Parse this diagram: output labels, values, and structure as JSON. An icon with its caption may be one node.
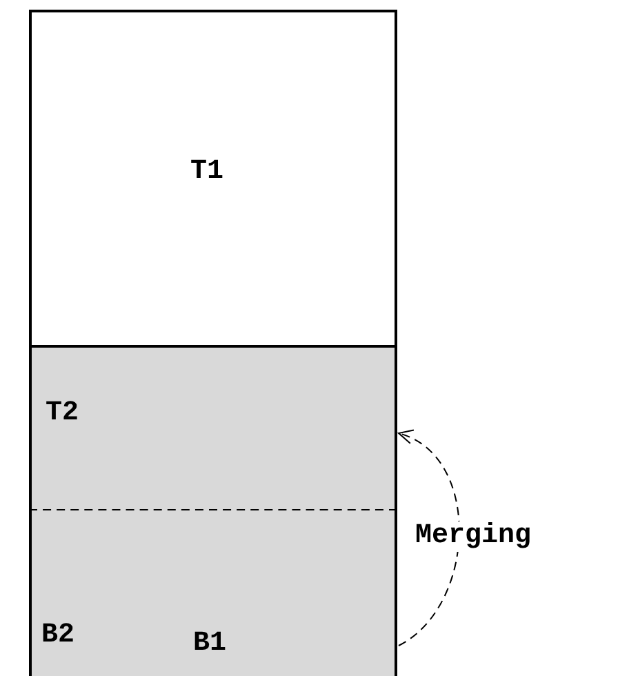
{
  "diagram": {
    "nodes": [
      {
        "text": [
          "T1"
        ]
      },
      {
        "text": [
          "T2"
        ]
      },
      {
        "text": [
          "B2",
          "B1"
        ]
      }
    ],
    "edges": [
      {
        "from": 2,
        "to": 1,
        "arrow": "to",
        "label": "Merging",
        "style": "dashed"
      }
    ]
  }
}
